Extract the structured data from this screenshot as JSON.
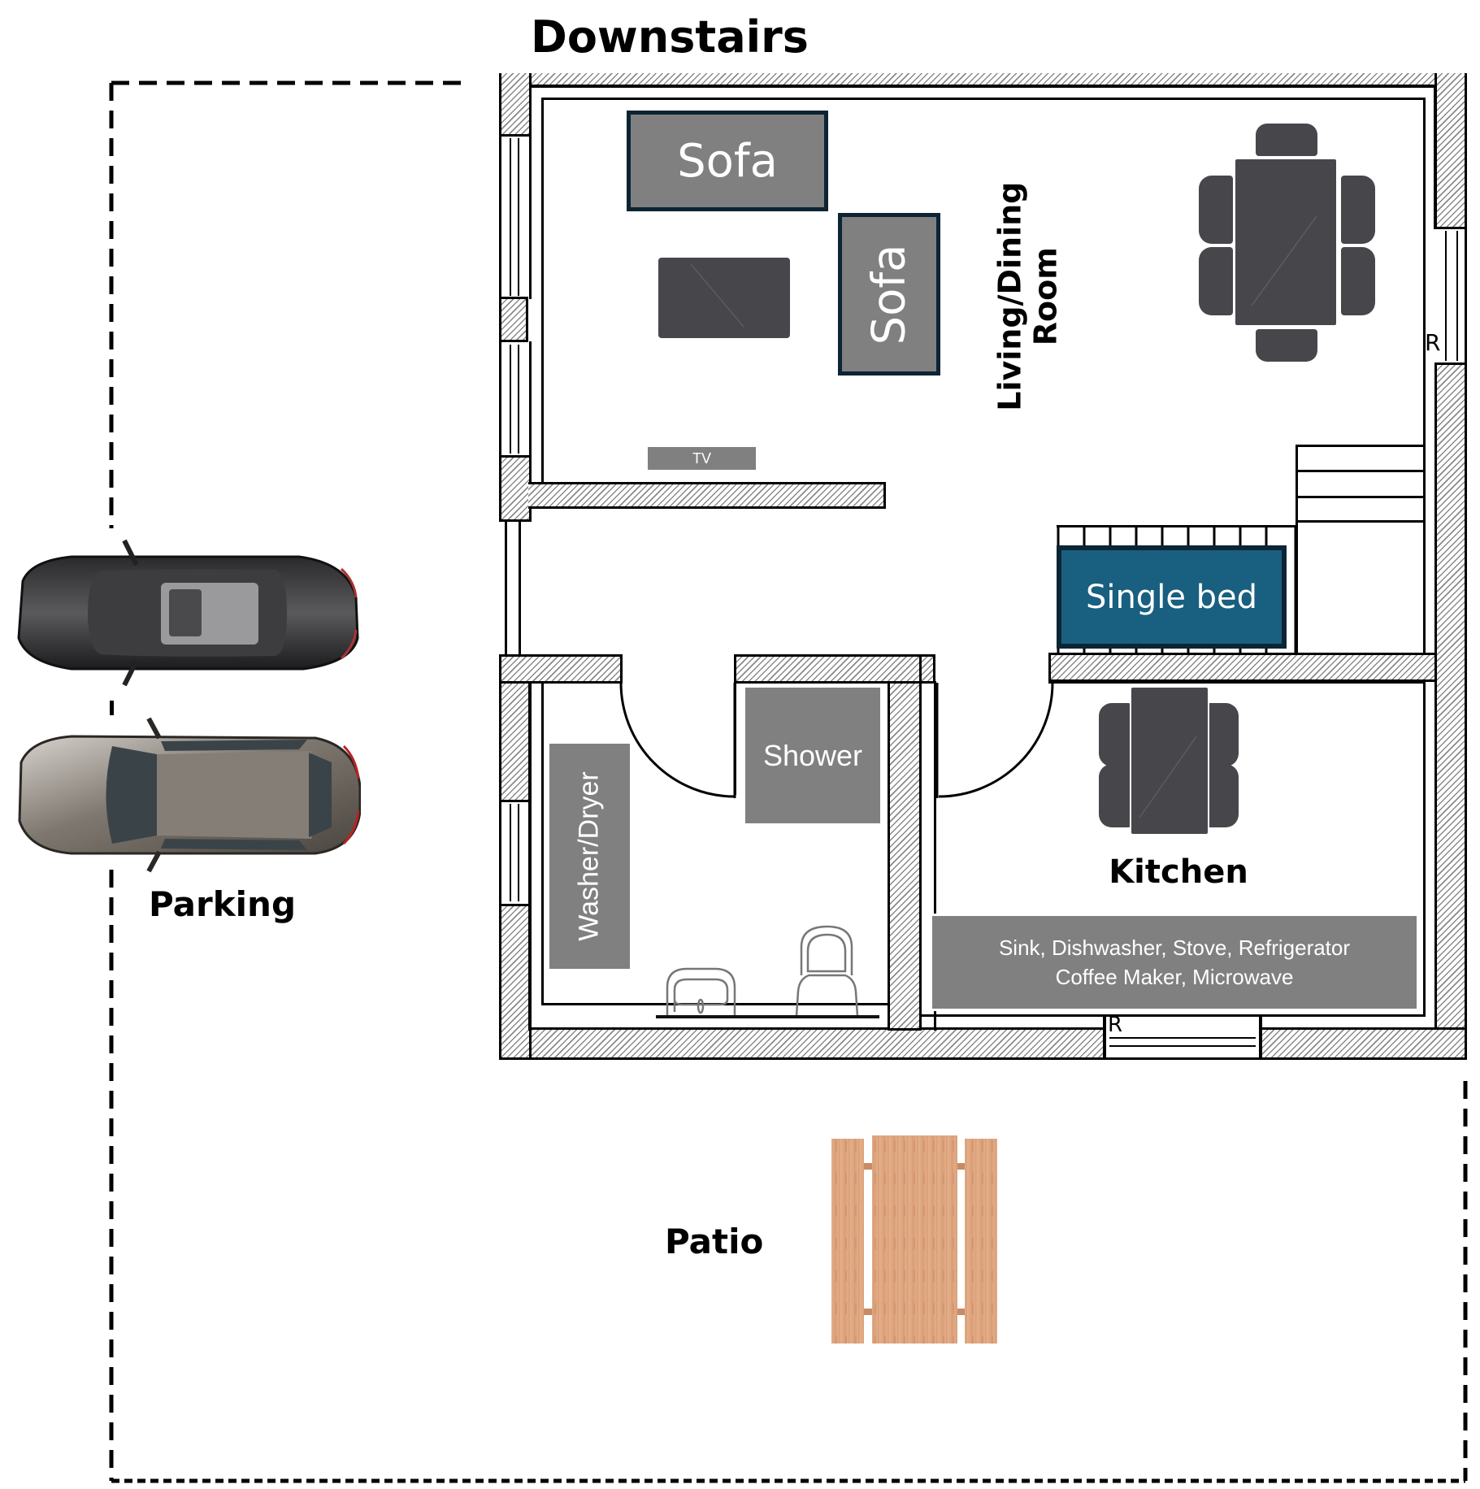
{
  "title": "Downstairs",
  "rooms": {
    "living_dining": {
      "label_line1": "Living/Dining",
      "label_line2": "Room"
    },
    "kitchen": {
      "label": "Kitchen"
    },
    "patio": {
      "label": "Patio"
    },
    "parking": {
      "label": "Parking"
    }
  },
  "furniture": {
    "sofa_top": "Sofa",
    "sofa_side": "Sofa",
    "tv": "TV",
    "single_bed": "Single bed",
    "shower": "Shower",
    "washer_dryer": "Washer/Dryer",
    "kitchen_appliances_line1": "Sink, Dishwasher, Stove, Refrigerator",
    "kitchen_appliances_line2": "Coffee Maker, Microwave"
  },
  "markers": {
    "window_right_marker": "R",
    "window_bottom_marker": "R"
  },
  "colors": {
    "furniture_gray": "#808080",
    "sofa_border": "#0c2433",
    "bed_fill": "#195f80",
    "bed_border": "#0b2535",
    "table_dark": "#47474b",
    "patio_wood": "#dca27c"
  },
  "icons": {
    "dining_table": "dining-table-6-chairs-icon",
    "kitchen_table": "dining-table-4-chairs-icon",
    "coffee_table": "coffee-table-icon",
    "sink": "sink-icon",
    "toilet": "toilet-icon",
    "picnic_table": "picnic-table-icon",
    "car_sedan": "car-sedan-icon",
    "car_hatchback": "car-hatchback-icon",
    "stairs": "stairs-icon"
  }
}
